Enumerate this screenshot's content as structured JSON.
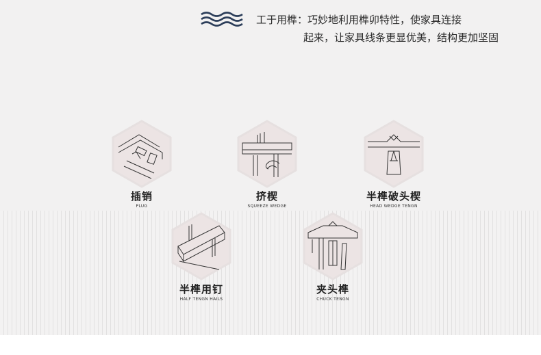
{
  "header": {
    "line1": "工于用榫：巧妙地利用榫卯特性，使家具连接",
    "line2": "起来，让家具线条更显优美，结构更加坚固"
  },
  "items": [
    {
      "zh": "插销",
      "en": "PLUG",
      "icon": "plug-joint-icon"
    },
    {
      "zh": "挤楔",
      "en": "SQUEEZE WEDGE",
      "icon": "squeeze-wedge-joint-icon"
    },
    {
      "zh": "半榫破头楔",
      "en": "HEAD WEDGE TENGN",
      "icon": "head-wedge-tenon-icon"
    },
    {
      "zh": "半榫用钉",
      "en": "HALF TENGN HAILS",
      "icon": "half-tenon-nail-icon"
    },
    {
      "zh": "夹头榫",
      "en": "CHUCK TENGN",
      "icon": "chuck-tenon-icon"
    }
  ],
  "colors": {
    "hex_fill": "#ece4e4",
    "hex_border": "#e8e2e2",
    "line": "#333333",
    "wave": "#2c3e5a"
  }
}
